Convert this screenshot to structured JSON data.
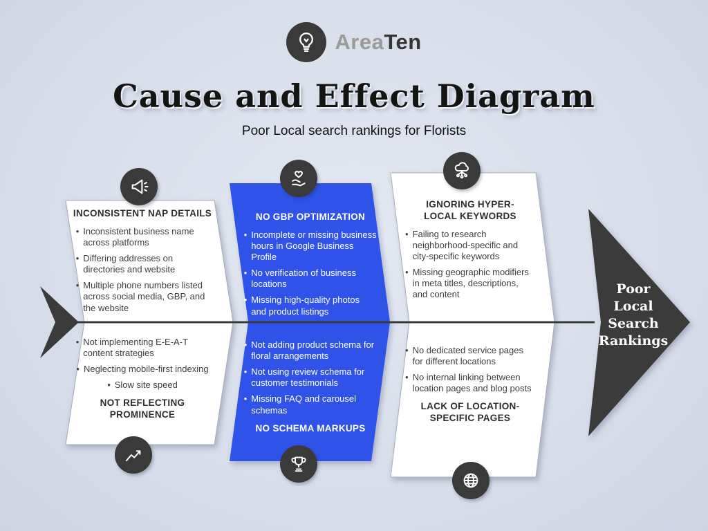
{
  "title": "Cause and Effect Diagram",
  "subtitle": "Poor Local search rankings for Florists",
  "brand": {
    "prefix": "Area",
    "suffix": "Ten",
    "logo_icon": "lightbulb-icon"
  },
  "effect": {
    "label": "Poor Local Search Rankings",
    "lines": [
      "Poor",
      "Local",
      "Search",
      "Rankings"
    ]
  },
  "panels": [
    {
      "key": "nap",
      "top": {
        "icon": "megaphone-icon",
        "heading": "INCONSISTENT NAP DETAILS",
        "bullets": [
          "Inconsistent business name across platforms",
          "Differing addresses on directories and website",
          "Multiple phone numbers listed across social media, GBP, and the website"
        ]
      },
      "bottom": {
        "icon": "trend-chart-icon",
        "heading": "NOT REFLECTING\nPROMINENCE",
        "bullets": [
          "Not implementing E-E-A-T content strategies",
          "Neglecting mobile-first indexing",
          "Slow site speed"
        ]
      }
    },
    {
      "key": "gbp",
      "top": {
        "icon": "hand-heart-icon",
        "heading": "NO GBP OPTIMIZATION",
        "bullets": [
          "Incomplete or missing business hours in Google Business Profile",
          "No verification of business locations",
          "Missing high-quality photos and product listings"
        ]
      },
      "bottom": {
        "icon": "trophy-icon",
        "heading": "NO SCHEMA MARKUPS",
        "bullets": [
          "Not adding product schema for floral arrangements",
          "Not using review schema for customer testimonials",
          "Missing FAQ and carousel schemas"
        ]
      }
    },
    {
      "key": "keywords",
      "top": {
        "icon": "cloud-network-icon",
        "heading": "IGNORING HYPER-\nLOCAL KEYWORDS",
        "bullets": [
          "Failing to research neighborhood-specific and city-specific keywords",
          "Missing geographic modifiers in meta titles, descriptions, and content"
        ]
      },
      "bottom": {
        "icon": "globe-icon",
        "heading": "LACK OF LOCATION-\nSPECIFIC PAGES",
        "bullets": [
          "No dedicated service pages for different locations",
          "No internal linking between location pages and blog posts"
        ]
      }
    }
  ],
  "colors": {
    "background": "#d7dde9",
    "accent_blue": "#2f53e8",
    "dark_shape": "#3b3b3b",
    "panel_border": "#a9aeba",
    "heading_dark": "#2d2d2d",
    "body_text": "#3e3e3e",
    "white": "#ffffff"
  }
}
